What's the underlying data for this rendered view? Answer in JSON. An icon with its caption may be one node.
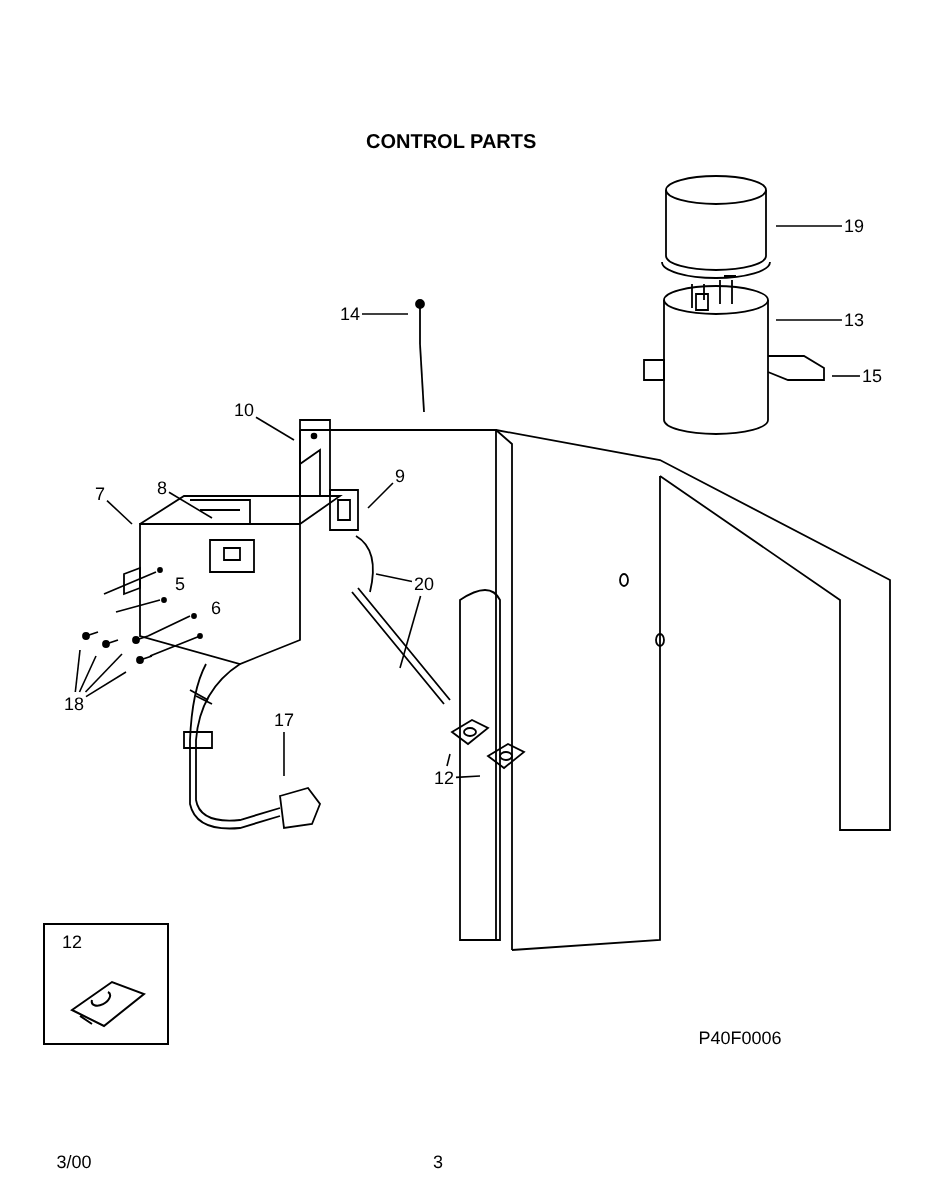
{
  "diagram": {
    "title": "CONTROL PARTS",
    "nodes": [
      {
        "text": [
          "19"
        ]
      },
      {
        "text": [
          "14"
        ]
      },
      {
        "text": [
          "13"
        ]
      },
      {
        "text": [
          "15"
        ]
      },
      {
        "text": [
          "10"
        ]
      },
      {
        "text": [
          "9"
        ]
      },
      {
        "text": [
          "7"
        ]
      },
      {
        "text": [
          "8"
        ]
      },
      {
        "text": [
          "20"
        ]
      },
      {
        "text": [
          "18"
        ]
      },
      {
        "text": [
          "17"
        ]
      },
      {
        "text": [
          "12"
        ]
      }
    ],
    "edges": [
      {
        "from": 0,
        "to": null,
        "arrow": "none"
      },
      {
        "from": 1,
        "to": null,
        "arrow": "none"
      },
      {
        "from": 2,
        "to": null,
        "arrow": "none"
      },
      {
        "from": 3,
        "to": null,
        "arrow": "none"
      },
      {
        "from": 4,
        "to": null,
        "arrow": "none"
      },
      {
        "from": 5,
        "to": null,
        "arrow": "none"
      },
      {
        "from": 6,
        "to": null,
        "arrow": "none"
      },
      {
        "from": 7,
        "to": null,
        "arrow": "none"
      },
      {
        "from": 8,
        "to": null,
        "arrow": "none"
      },
      {
        "from": 8,
        "to": null,
        "arrow": "none"
      },
      {
        "from": 9,
        "to": null,
        "arrow": "none"
      },
      {
        "from": 9,
        "to": null,
        "arrow": "none"
      },
      {
        "from": 9,
        "to": null,
        "arrow": "none"
      },
      {
        "from": 9,
        "to": null,
        "arrow": "none"
      },
      {
        "from": 10,
        "to": null,
        "arrow": "none"
      },
      {
        "from": 11,
        "to": null,
        "arrow": "none"
      },
      {
        "from": 11,
        "to": null,
        "arrow": "none"
      }
    ],
    "labels": [
      "5",
      "6",
      "12",
      "P40F0006",
      "3/00",
      "3"
    ]
  }
}
